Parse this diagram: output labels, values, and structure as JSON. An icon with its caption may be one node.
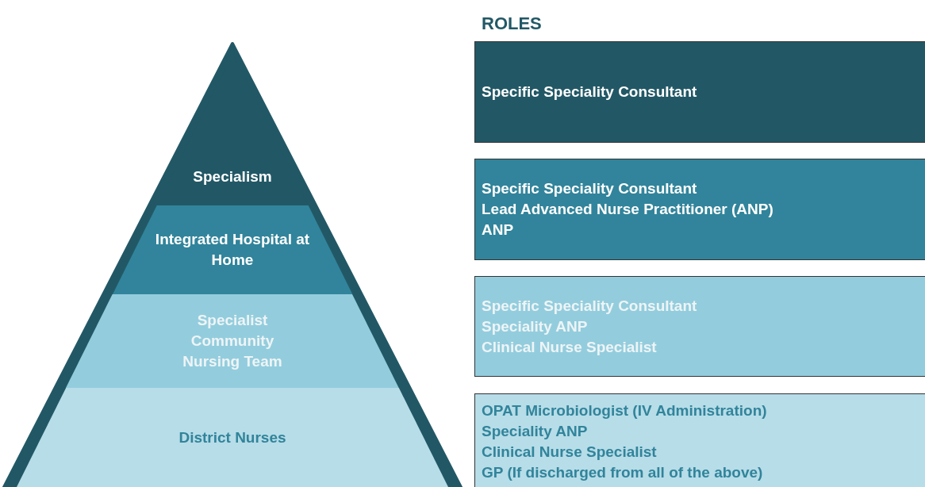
{
  "diagram": {
    "title": "ROLES",
    "nodes": [
      {
        "text": [
          "Specialism"
        ]
      },
      {
        "text": [
          "Integrated Hospital at Home"
        ]
      },
      {
        "text": [
          "Specialist Community Nursing Team"
        ]
      },
      {
        "text": [
          "District Nurses"
        ]
      },
      {
        "text": [
          "Specific Speciality Consultant"
        ]
      },
      {
        "text": [
          "Specific Speciality Consultant",
          "Lead Advanced Nurse Practitioner (ANP)",
          "ANP"
        ]
      },
      {
        "text": [
          "Specific Speciality Consultant",
          "Speciality ANP",
          "Clinical Nurse Specialist"
        ]
      },
      {
        "text": [
          "OPAT Microbiologist (IV Administration)",
          "Speciality ANP",
          "Clinical Nurse Specialist",
          "GP (If discharged from all of the above)"
        ]
      }
    ]
  }
}
